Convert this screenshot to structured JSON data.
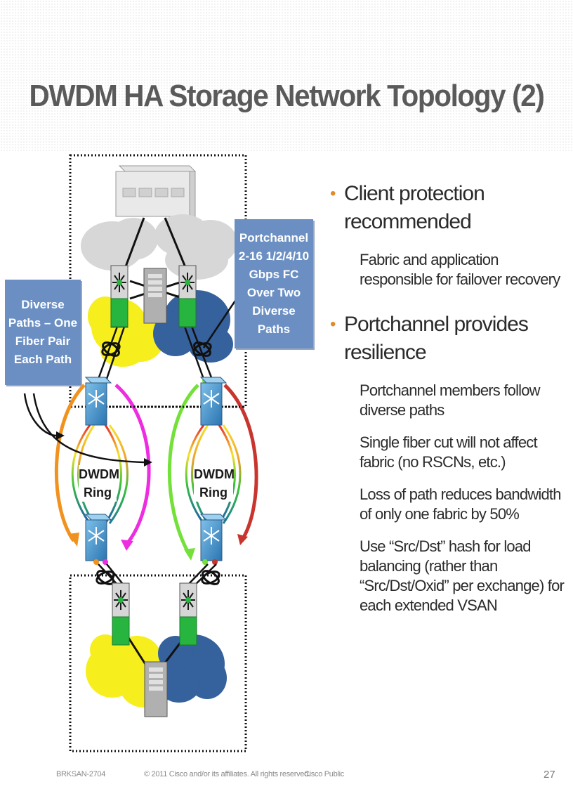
{
  "slide": {
    "title": "DWDM HA Storage Network Topology (2)",
    "callouts": {
      "left": "Diverse Paths – One Fiber Pair Each Path",
      "right": "Portchannel 2-16 1/2/4/10 Gbps FC Over Two Diverse Paths"
    },
    "rings": [
      {
        "line1": "DWDM",
        "line2": "Ring"
      },
      {
        "line1": "DWDM",
        "line2": "Ring"
      }
    ],
    "bullets": [
      {
        "text": "Client protection recommended",
        "sub": [
          "Fabric and application responsible for failover recovery"
        ]
      },
      {
        "text": "Portchannel provides resilience",
        "sub": [
          "Portchannel members follow diverse paths",
          "Single fiber cut will not affect fabric (no RSCNs, etc.)",
          "Loss of path reduces bandwidth of only one fabric by 50%",
          "Use “Src/Dst” hash for load balancing (rather than “Src/Dst/Oxid” per exchange) for each extended VSAN"
        ]
      }
    ],
    "footer": {
      "code": "BRKSAN-2704",
      "copyright": "© 2011 Cisco and/or its affiliates. All rights reserved.",
      "classification": "Cisco Public",
      "page": "27"
    },
    "colors": {
      "callout": "#6b8fc3",
      "cloud_yellow": "#f7ee1e",
      "cloud_blue": "#35619c",
      "cloud_gray": "#d7d7d7",
      "switch_green": "#27b43f",
      "dwdm_node": "#3f90c8",
      "arrow_orange": "#f2921e",
      "arrow_magenta": "#ee2ce0",
      "arrow_green": "#74e03a",
      "arrow_red": "#c8352e",
      "bullet": "#e08c2a"
    },
    "icons": [
      "storage-array-icon",
      "mds-switch-icon",
      "dwdm-node-icon",
      "disk-array-icon",
      "portchannel-ring-icon"
    ]
  }
}
